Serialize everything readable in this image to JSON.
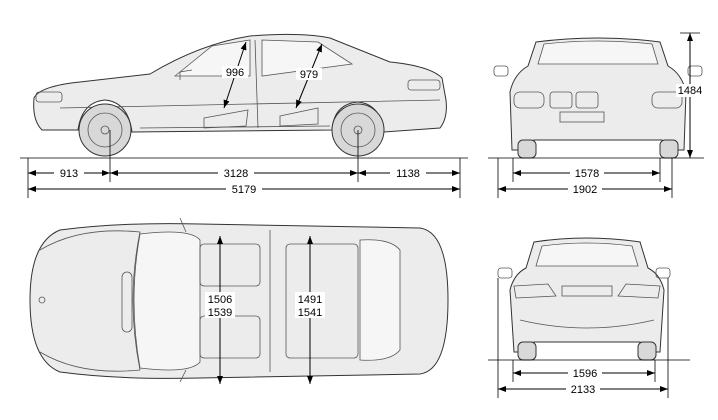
{
  "side_view": {
    "headroom_front": "996",
    "headroom_rear": "979",
    "front_overhang": "913",
    "wheelbase": "3128",
    "rear_overhang": "1138",
    "overall_length": "5179"
  },
  "front_view": {
    "front_track": "1578",
    "width": "1902",
    "height": "1484"
  },
  "top_view": {
    "front_shoulder_width": "1506",
    "front_elbow_width": "1539",
    "rear_shoulder_width": "1491",
    "rear_elbow_width": "1541"
  },
  "rear_view": {
    "rear_track": "1596",
    "width_with_mirrors": "2133"
  }
}
